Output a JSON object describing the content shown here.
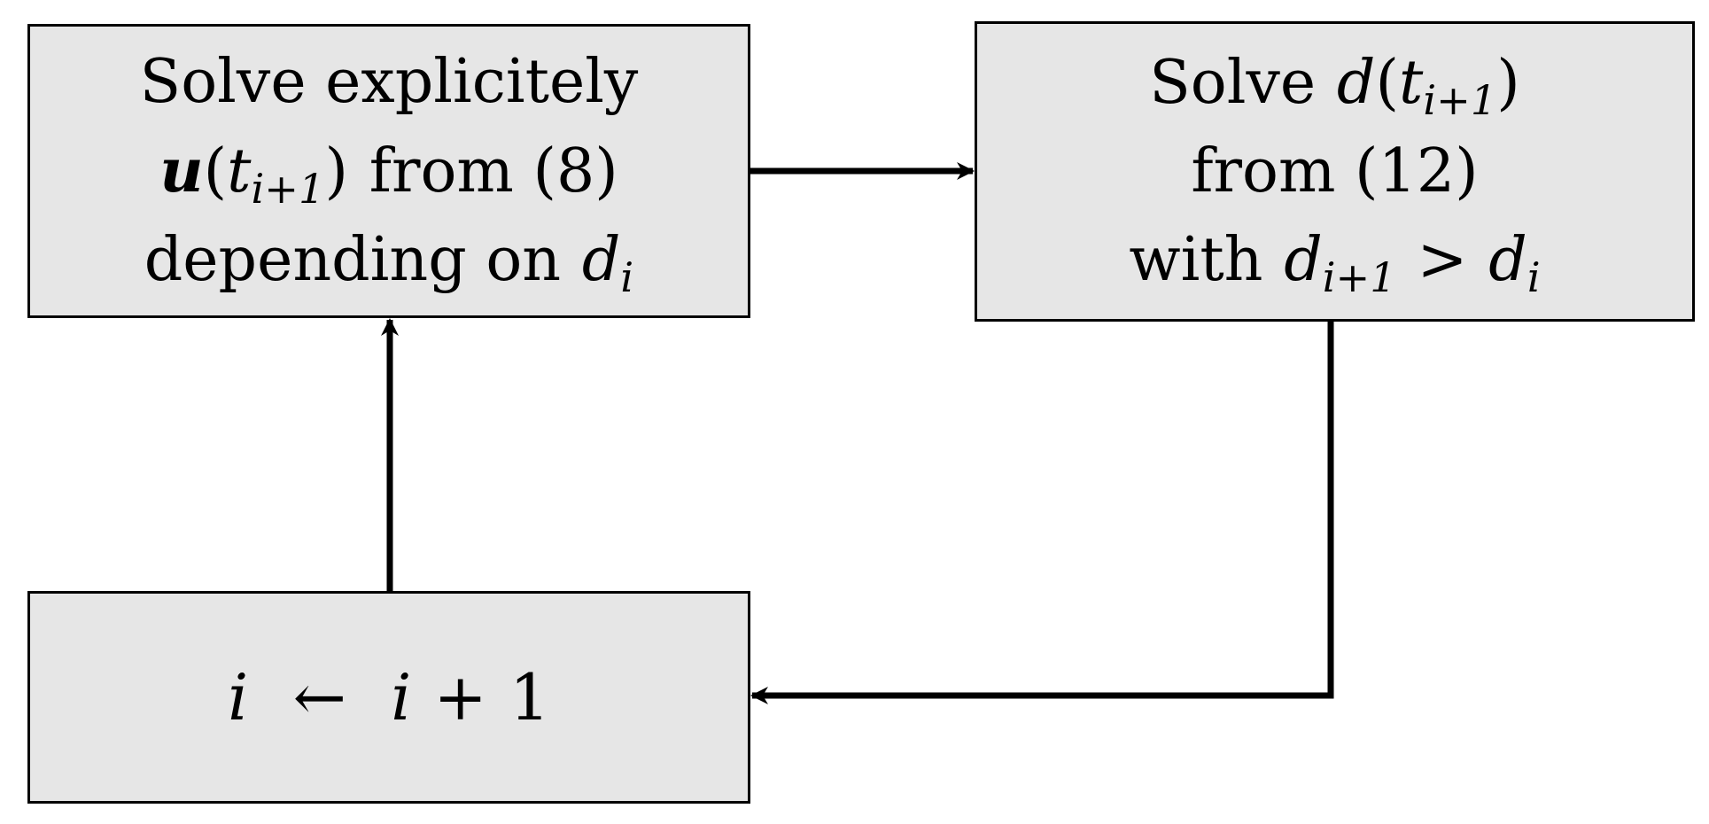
{
  "boxes": {
    "solve_u": {
      "line1": "Solve explicitely",
      "line2_bold_var": "u",
      "line2_open": "(",
      "line2_var": "t",
      "line2_sub": "i+1",
      "line2_close": ")",
      "line2_rest": "from (8)",
      "line3_text": "depending on",
      "line3_var": "d",
      "line3_sub": "i"
    },
    "solve_d": {
      "line1_text": "Solve",
      "line1_var": "d",
      "line1_open": "(",
      "line1_var2": "t",
      "line1_sub": "i+1",
      "line1_close": ")",
      "line2": "from (12)",
      "line3_text": "with",
      "line3_var1": "d",
      "line3_sub1": "i+1",
      "line3_op": ">",
      "line3_var2": "d",
      "line3_sub2": "i"
    },
    "increment": {
      "var1": "i",
      "arrow": "←",
      "var2": "i",
      "plus": "+",
      "one": "1"
    }
  },
  "colors": {
    "box_fill": "#e6e6e6",
    "stroke": "#000000",
    "background": "#ffffff"
  }
}
